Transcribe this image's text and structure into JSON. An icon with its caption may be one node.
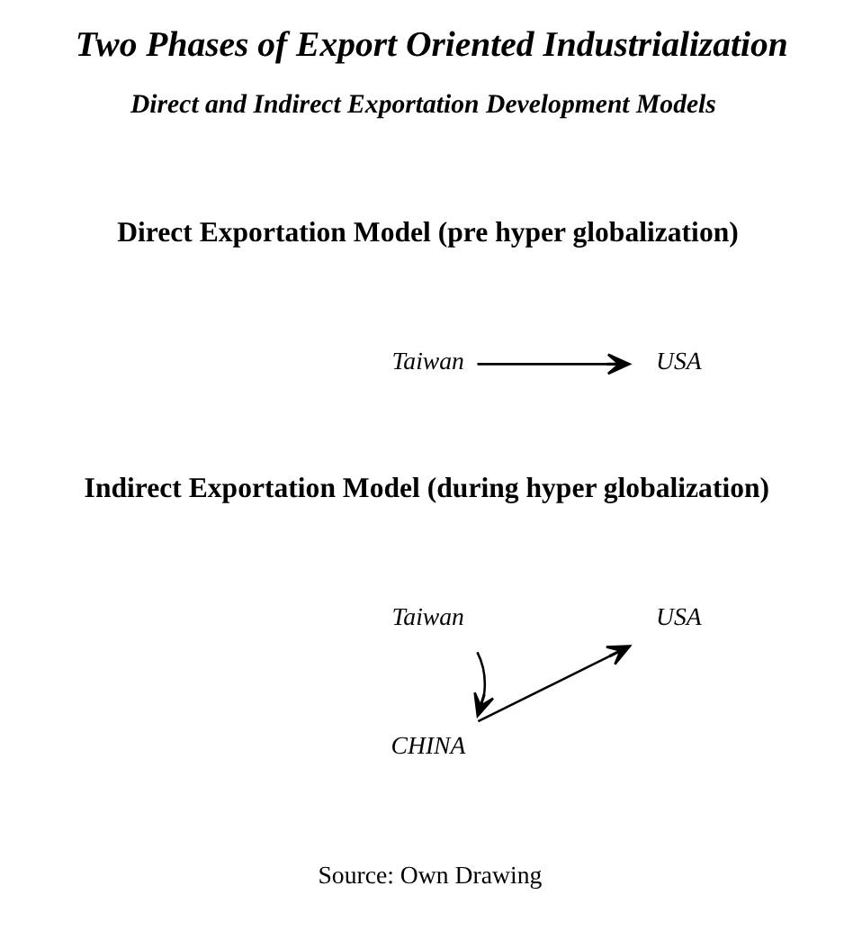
{
  "diagram": {
    "title": "Two Phases of Export Oriented Industrialization",
    "caption": "Source: Own Drawing",
    "nodes": [
      {
        "text": [
          "Taiwan"
        ]
      },
      {
        "text": [
          "USA"
        ]
      },
      {
        "text": [
          "Taiwan"
        ]
      },
      {
        "text": [
          "USA"
        ]
      },
      {
        "text": [
          "CHINA"
        ]
      }
    ],
    "edges": [
      {
        "from": 0,
        "to": 1,
        "arrow": "to"
      },
      {
        "from": 2,
        "to": 4,
        "arrow": "to"
      },
      {
        "from": 4,
        "to": 3,
        "arrow": "to"
      }
    ],
    "labels": [
      "Direct and Indirect Exportation Development Models",
      "Direct Exportation Model (pre hyper globalization)",
      "Indirect Exportation Model (during hyper globalization)"
    ]
  }
}
